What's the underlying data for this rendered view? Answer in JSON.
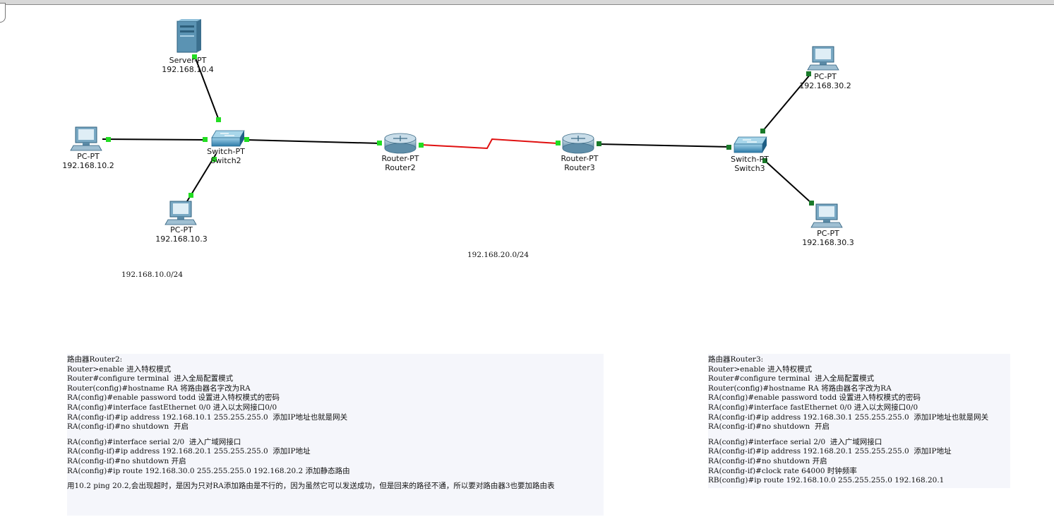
{
  "devices": {
    "server": {
      "type": "Server-PT",
      "ip": "192.168.10.4"
    },
    "pc_left": {
      "type": "PC-PT",
      "ip": "192.168.10.2"
    },
    "pc_bottom": {
      "type": "PC-PT",
      "ip": "192.168.10.3"
    },
    "switch2": {
      "type": "Switch-PT",
      "name": "Switch2"
    },
    "router2": {
      "type": "Router-PT",
      "name": "Router2"
    },
    "router3": {
      "type": "Router-PT",
      "name": "Router3"
    },
    "switch3": {
      "type": "Switch-PT",
      "name": "Switch3"
    },
    "pc_right_top": {
      "type": "PC-PT",
      "ip": "192.168.30.2"
    },
    "pc_right_bottom": {
      "type": "PC-PT",
      "ip": "192.168.30.3"
    }
  },
  "networks": {
    "lan1": "192.168.10.0/24",
    "wan": "192.168.20.0/24"
  },
  "notes": {
    "router2": {
      "lines1": [
        "路由器Router2:",
        "Router>enable 进入特权模式",
        "Router#configure terminal  进入全局配置模式",
        "Router(config)#hostname RA 将路由器名字改为RA",
        "RA(config)#enable password todd 设置进入特权模式的密码",
        "RA(config)#interface fastEthernet 0/0 进入以太网接口0/0",
        "RA(config-if)#ip address 192.168.10.1 255.255.255.0  添加IP地址也就是网关",
        "RA(config-if)#no shutdown  开启"
      ],
      "lines2": [
        "RA(config)#interface serial 2/0  进入广域网接口",
        "RA(config-if)#ip address 192.168.20.1 255.255.255.0  添加IP地址",
        "RA(config-if)#no shutdown 开启",
        "RA(config)#ip route 192.168.30.0 255.255.255.0 192.168.20.2 添加静态路由"
      ],
      "footer": "用10.2 ping 20.2,会出现超时，是因为只对RA添加路由是不行的，因为虽然它可以发送成功，但是回来的路径不通，所以要对路由器3也要加路由表"
    },
    "router3": {
      "lines1": [
        "路由器Router3:",
        "Router>enable 进入特权模式",
        "Router#configure terminal  进入全局配置模式",
        "Router(config)#hostname RA 将路由器名字改为RA",
        "RA(config)#enable password todd 设置进入特权模式的密码",
        "RA(config)#interface fastEthernet 0/0 进入以太网接口0/0",
        "RA(config-if)#ip address 192.168.30.1 255.255.255.0  添加IP地址也就是网关",
        "RA(config-if)#no shutdown  开启"
      ],
      "lines2": [
        "RA(config)#interface serial 2/0  进入广域网接口",
        "RA(config-if)#ip address 192.168.20.1 255.255.255.0  添加IP地址",
        "RA(config-if)#no shutdown 开启",
        "RA(config-if)#clock rate 64000 时钟频率",
        "RB(config)#ip route 192.168.10.0 255.255.255.0 192.168.20.1"
      ]
    }
  },
  "colors": {
    "link": "#000000",
    "serial_link": "#e01010",
    "port_up": "#22dd22",
    "port_dark": "#1a7a2a",
    "device_blue": "#4a8fb5"
  }
}
